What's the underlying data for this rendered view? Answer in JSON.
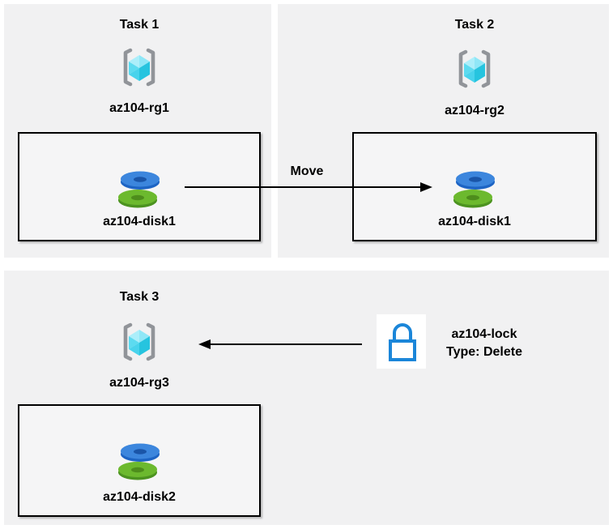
{
  "diagram": {
    "tasks": [
      {
        "title": "Task 1",
        "resource_group": "az104-rg1",
        "disk": "az104-disk1"
      },
      {
        "title": "Task 2",
        "resource_group": "az104-rg2",
        "disk": "az104-disk1"
      },
      {
        "title": "Task 3",
        "resource_group": "az104-rg3",
        "disk": "az104-disk2"
      }
    ],
    "move_arrow": {
      "label": "Move"
    },
    "lock": {
      "name": "az104-lock",
      "type": "Type: Delete"
    },
    "icons": {
      "resource_group": "azure-resource-group-icon",
      "disk": "azure-disk-icon",
      "lock": "azure-lock-icon"
    },
    "colors": {
      "panel_bg": "#f1f1f2",
      "box_bg": "#f5f5f6",
      "box_border": "#000000",
      "text": "#000000",
      "arrow": "#000000",
      "bracket_gray": "#919499",
      "cube_light": "#aceefa",
      "cube_top_right": "#8fe7f7",
      "cube_mid": "#5cdbf0",
      "cube_inner": "#49d3ec",
      "cube_dark": "#26c4df",
      "disk_blue_top": "#3c86dd",
      "disk_blue_side": "#1d64c4",
      "disk_blue_hole": "#1a55a8",
      "disk_green_top": "#6cb92e",
      "disk_green_side": "#4c9320",
      "disk_green_hole": "#4e8d1c",
      "lock_blue": "#1b86d9"
    }
  }
}
